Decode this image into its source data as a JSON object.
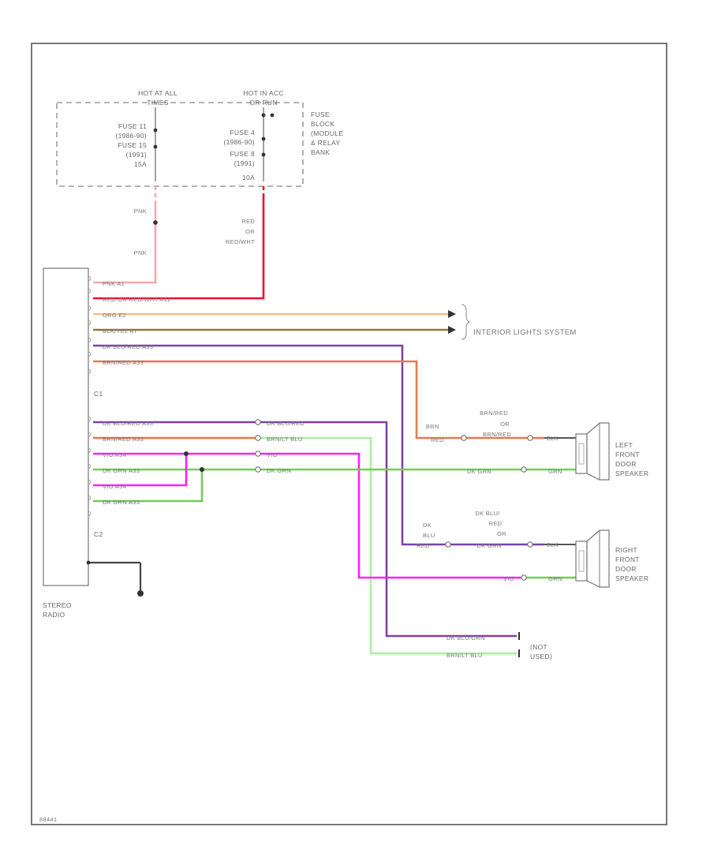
{
  "colors": {
    "pink": "#f8a8ae",
    "red_wht": "#f00f2a",
    "orange": "#ffbe80",
    "brown_yel": "#8b7b3c",
    "dk_blu_red": "#8040a8",
    "brn_red": "#e87850",
    "magenta": "#ff20ff",
    "green": "#70d050",
    "dk_grn_lt": "#a8f0a0",
    "outline": "#555555"
  },
  "fuse_block": {
    "hot_at_all_times": [
      "HOT AT ALL",
      "TIMES"
    ],
    "hot_in_acc": [
      "HOT IN ACC",
      "OR RUN"
    ],
    "fuse_a": [
      "FUSE 11",
      "(1986-90)",
      "FUSE 15",
      "(1991)",
      "15A"
    ],
    "fuse_b": [
      "FUSE 4",
      "(1986-90)",
      "FUSE 8",
      "(1991)",
      "10A"
    ],
    "name": [
      "FUSE",
      "BLOCK",
      "(MODULE",
      "& RELAY",
      "BANK"
    ]
  },
  "feed_labels": {
    "pnk_upper": "PNK",
    "pnk_lower": "PNK",
    "red_or_red_wht": [
      "RED",
      "OR",
      "RED/WHT"
    ]
  },
  "radio": {
    "connector_c1": "C1",
    "connector_c2": "C2",
    "name": [
      "STEREO",
      "RADIO"
    ]
  },
  "c1_wires": [
    "PNK  A1",
    "RED OR RED/WHT  A12",
    "ORG  E2",
    "BLK/YEL  A7",
    "DK BLU/RED  A33",
    "BRN/RED  A33"
  ],
  "c2_wires": [
    "DK BLU/RED  A33",
    "BRN/RED  A33",
    "VIO  A34",
    "DK GRN  A33",
    "VIO  A34",
    "DK GRN  A33"
  ],
  "splice_labels": [
    "DK BLU/RED",
    "BRN/LT BLU",
    "VIO",
    "DK GRN"
  ],
  "interior_lights": "INTERIOR LIGHTS SYSTEM",
  "left_speaker": {
    "wire_in_top": [
      "BRN",
      "RED"
    ],
    "wire_alt": [
      "BRN/RED",
      "OR",
      "BRN/RED"
    ],
    "term_1": "BLK",
    "term_2": "DK GRN",
    "term_2b": "GRN",
    "name": [
      "LEFT",
      "FRONT",
      "DOOR",
      "SPEAKER"
    ]
  },
  "right_speaker": {
    "wire_in_top": [
      "DK",
      "BLU",
      "RED"
    ],
    "wire_alt": [
      "DK BLU/",
      "RED",
      "OR",
      "DK GRN"
    ],
    "term_1": "BLK",
    "term_2": "VIO",
    "term_2b": "GRN",
    "name": [
      "RIGHT",
      "FRONT",
      "DOOR",
      "SPEAKER"
    ]
  },
  "not_used": {
    "wire_1": "DK BLU/GRN",
    "wire_2": "BRN/LT BLU",
    "label": [
      "(NOT",
      "USED)"
    ]
  },
  "footer_code": "88441"
}
